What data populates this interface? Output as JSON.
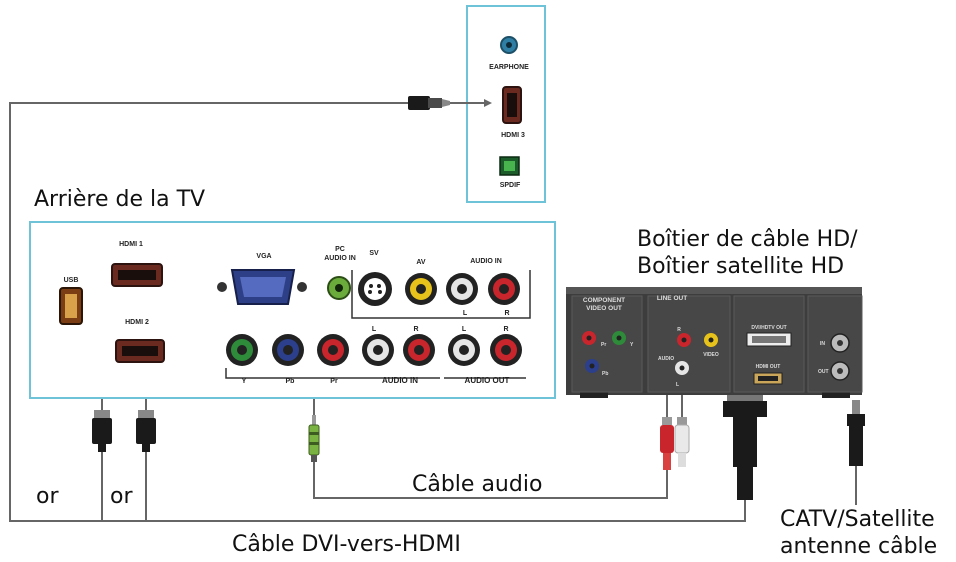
{
  "labels": {
    "tv_back": "Arrière de la TV",
    "stb_line1": "Boîtier de câble HD/",
    "stb_line2": "Boîtier satellite HD",
    "audio_cable": "Câble audio",
    "dvi_cable": "Câble DVI-vers-HDMI",
    "or_1": "or",
    "or_2": "or",
    "catv_line1": "CATV/Satellite",
    "catv_line2": "antenne câble"
  },
  "tv_ports": {
    "earphone": "EARPHONE",
    "hdmi3": "HDMI 3",
    "spdif": "SPDIF",
    "usb": "USB",
    "hdmi1": "HDMI 1",
    "hdmi2": "HDMI 2",
    "vga": "VGA",
    "pc_audio_in_1": "PC",
    "pc_audio_in_2": "AUDIO IN",
    "sv": "SV",
    "av": "AV",
    "audio_in_top": "AUDIO IN",
    "l_top": "L",
    "r_top": "R",
    "l_bottom": "L",
    "r_bottom": "R",
    "y": "Y",
    "pb": "Pb",
    "pr": "Pr",
    "audio_in_bottom": "AUDIO IN",
    "audio_out": "AUDIO OUT"
  },
  "stb_ports": {
    "component_1": "COMPONENT",
    "component_2": "VIDEO OUT",
    "line_out": "LINE OUT",
    "pr": "Pr",
    "y": "Y",
    "pb": "Pb",
    "r": "R",
    "audio": "AUDIO",
    "l": "L",
    "video": "VIDEO",
    "dvi_out": "DVI/HDTV OUT",
    "hdmi_out": "HDMI OUT",
    "in": "IN",
    "out": "OUT"
  },
  "colors": {
    "panel_border": "#6fc3d8",
    "cable": "#666666",
    "port_red": "#c8262c",
    "port_green": "#2e8b3a",
    "port_blue": "#2b3f8c",
    "port_yellow": "#e7c21a",
    "stb_body": "#3d3d3d"
  }
}
